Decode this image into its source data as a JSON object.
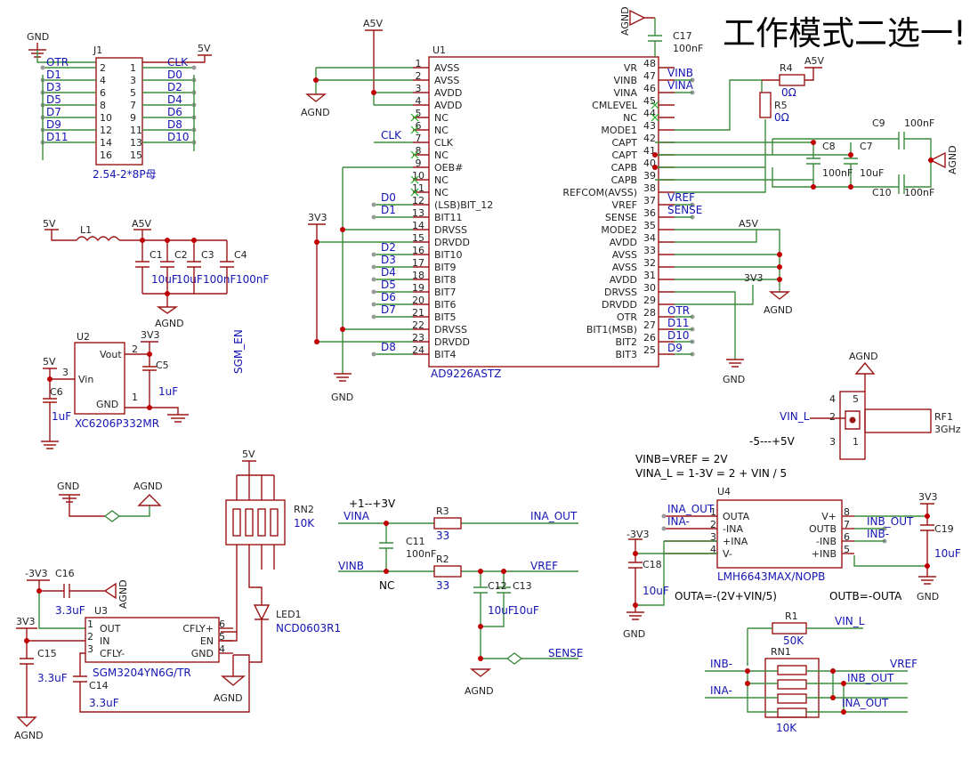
{
  "title": "工作模式二选一!",
  "j1": {
    "ref": "J1",
    "value": "2.54-2*8P母",
    "left_pins": [
      "2",
      "4",
      "6",
      "8",
      "10",
      "12",
      "14",
      "16"
    ],
    "right_pins": [
      "1",
      "3",
      "5",
      "7",
      "9",
      "11",
      "13",
      "15"
    ],
    "left_nets": [
      "OTR",
      "D1",
      "D3",
      "D5",
      "D7",
      "D9",
      "D11",
      ""
    ],
    "right_nets": [
      "CLK",
      "D0",
      "D2",
      "D4",
      "D6",
      "D8",
      "D10",
      ""
    ],
    "gnd": "GND",
    "vcc": "5V"
  },
  "u1": {
    "ref": "U1",
    "value": "AD9226ASTZ",
    "left_pins": [
      "1",
      "2",
      "3",
      "4",
      "5",
      "6",
      "7",
      "8",
      "9",
      "10",
      "11",
      "12",
      "13",
      "14",
      "15",
      "16",
      "17",
      "18",
      "19",
      "20",
      "21",
      "22",
      "23",
      "24"
    ],
    "left_names": [
      "AVSS",
      "AVSS",
      "AVDD",
      "AVDD",
      "NC",
      "NC",
      "CLK",
      "NC",
      "OEB#",
      "NC",
      "NC",
      "(LSB)BIT_12",
      "BIT11",
      "DRVSS",
      "DRVDD",
      "BIT10",
      "BIT9",
      "BIT8",
      "BIT7",
      "BIT6",
      "BIT5",
      "DRVSS",
      "DRVDD",
      "BIT4"
    ],
    "right_pins": [
      "48",
      "47",
      "46",
      "45",
      "44",
      "43",
      "42",
      "41",
      "40",
      "39",
      "38",
      "37",
      "36",
      "35",
      "34",
      "33",
      "32",
      "31",
      "30",
      "29",
      "28",
      "27",
      "26",
      "25"
    ],
    "right_names": [
      "VR",
      "VINB",
      "VINA",
      "CMLEVEL",
      "NC",
      "MODE1",
      "CAPT",
      "CAPT",
      "CAPB",
      "CAPB",
      "REFCOM(AVSS)",
      "VREF",
      "SENSE",
      "MODE2",
      "AVDD",
      "AVSS",
      "AVSS",
      "AVDD",
      "DRVSS",
      "DRVDD",
      "OTR",
      "BIT1(MSB)",
      "BIT2",
      "BIT3"
    ],
    "left_nets": {
      "clk": "CLK",
      "d0": "D0",
      "d1": "D1",
      "d2": "D2",
      "d3": "D3",
      "d4": "D4",
      "d5": "D5",
      "d6": "D6",
      "d7": "D7",
      "d8": "D8"
    },
    "right_nets": {
      "vinb": "VINB",
      "vina": "VINA",
      "vref": "VREF",
      "sense": "SENSE",
      "otr": "OTR",
      "d11": "D11",
      "d10": "D10",
      "d9": "D9"
    },
    "a5v": "A5V",
    "agnd": "AGND",
    "v3v3": "3V3",
    "gnd": "GND"
  },
  "caps_top": {
    "c17": {
      "ref": "C17",
      "val": "100nF"
    },
    "r4": {
      "ref": "R4",
      "val": "0Ω"
    },
    "r5": {
      "ref": "R5",
      "val": "0Ω"
    },
    "c8": {
      "ref": "C8",
      "val": "100nF"
    },
    "c7": {
      "ref": "C7",
      "val": "10uF"
    },
    "c9": {
      "ref": "C9",
      "val": "100nF"
    },
    "c10": {
      "ref": "C10",
      "val": "100nF"
    },
    "a5v": "A5V",
    "agnd": "AGND",
    "a5v_2": "A5V",
    "v3v3": "3V3",
    "agnd_2": "AGND",
    "gnd": "GND"
  },
  "power": {
    "l1": {
      "ref": "L1"
    },
    "c1": {
      "ref": "C1",
      "val": "10uF"
    },
    "c2": {
      "ref": "C2",
      "val": "10uF"
    },
    "c3": {
      "ref": "C3",
      "val": "100nF"
    },
    "c4": {
      "ref": "C4",
      "val": "100nF"
    },
    "v5": "5V",
    "a5v": "A5V",
    "agnd": "AGND",
    "u2": {
      "ref": "U2",
      "value": "XC6206P332MR",
      "vout": "Vout",
      "vin": "Vin",
      "gnd": "GND",
      "p1": "1",
      "p2": "2",
      "p3": "3"
    },
    "c5": {
      "ref": "C5",
      "val": "1uF"
    },
    "c6": {
      "ref": "C6",
      "val": "1uF"
    },
    "v3v3": "3V3",
    "v5_2": "5V",
    "sgm_en": "SGM_EN"
  },
  "rf1": {
    "ref": "RF1",
    "val": "3GHz",
    "net": "VIN_L",
    "range": "-5---+5V",
    "agnd": "AGND",
    "p1": "1",
    "p2": "2",
    "p3": "3",
    "p4": "4",
    "p5": "5"
  },
  "input_net": {
    "range": "+1--+3V",
    "vina": "VINA",
    "vinb": "VINB",
    "nc": "NC",
    "r3": {
      "ref": "R3",
      "val": "33"
    },
    "r2": {
      "ref": "R2",
      "val": "33"
    },
    "c11": {
      "ref": "C11",
      "val": "100nF"
    },
    "c12": {
      "ref": "C12",
      "val": "10uF"
    },
    "c13": {
      "ref": "C13",
      "val": "10uF"
    },
    "ina_out": "INA_OUT",
    "vref": "VREF",
    "sense": "SENSE",
    "agnd": "AGND"
  },
  "u4": {
    "ref": "U4",
    "value": "LMH6643MAX/NOPB",
    "note1": "VINB=VREF = 2V",
    "note2": "VINA_L = 1-3V = 2 + VIN / 5",
    "left_pins": [
      "1",
      "2",
      "3",
      "4"
    ],
    "left_names": [
      "OUTA",
      "-INA",
      "+INA",
      "V-"
    ],
    "right_pins": [
      "8",
      "7",
      "6",
      "5"
    ],
    "right_names": [
      "V+",
      "OUTB",
      "-INB",
      "+INB"
    ],
    "ina_out": "INA_OUT",
    "ina_m": "INA-",
    "inb_out": "INB_OUT",
    "inb_m": "INB-",
    "c18": {
      "ref": "C18",
      "val": "10uF"
    },
    "c19": {
      "ref": "C19",
      "val": "10uF"
    },
    "m3v3": "-3V3",
    "v3v3": "3V3",
    "gnd": "GND",
    "gnd_2": "GND",
    "outa": "OUTA=-(2V+VIN/5)",
    "outb": "OUTB=-OUTA"
  },
  "rn1": {
    "r1": {
      "ref": "R1",
      "val": "50K"
    },
    "vin_l": "VIN_L",
    "ref": "RN1",
    "val": "10K",
    "inb_m": "INB-",
    "ina_m": "INA-",
    "vref": "VREF",
    "inb_out": "INB_OUT",
    "ina_out": "INA_OUT"
  },
  "u3": {
    "ref": "U3",
    "value": "SGM3204YN6G/TR",
    "left_pins": [
      "1",
      "2",
      "3"
    ],
    "left_names": [
      "OUT",
      "IN",
      "CFLY-"
    ],
    "right_pins": [
      "6",
      "5",
      "4"
    ],
    "right_names": [
      "CFLY+",
      "EN",
      "GND"
    ],
    "c16": {
      "ref": "C16",
      "val": "3.3uF"
    },
    "c15": {
      "ref": "C15",
      "val": "3.3uF"
    },
    "c14": {
      "ref": "C14",
      "val": "3.3uF"
    },
    "m3v3": "-3V3",
    "v3v3": "3V3",
    "agnd": "AGND",
    "agnd_2": "AGND",
    "agnd_3": "AGND",
    "gnd": "GND",
    "agnd_4": "AGND",
    "rn2": {
      "ref": "RN2",
      "val": "10K"
    },
    "led": {
      "ref": "LED1",
      "val": "NCD0603R1"
    },
    "v5": "5V"
  }
}
